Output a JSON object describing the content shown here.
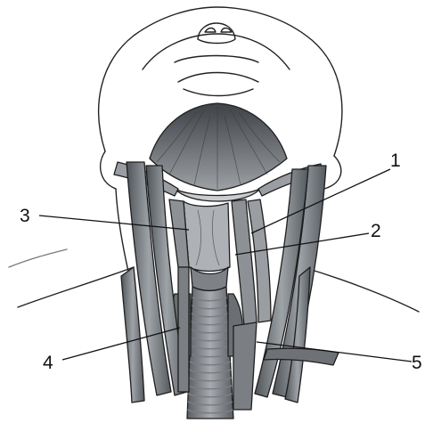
{
  "figure": {
    "callouts": [
      {
        "id": "1",
        "label": "1"
      },
      {
        "id": "2",
        "label": "2"
      },
      {
        "id": "3",
        "label": "3"
      },
      {
        "id": "4",
        "label": "4"
      },
      {
        "id": "5",
        "label": "5"
      }
    ],
    "colors": {
      "background": "#ffffff",
      "outline": "#222222",
      "muscle_dark": "#5f6469",
      "muscle_mid": "#8a8e93",
      "muscle_light": "#b4b8bc",
      "cartilage": "#a9adb1",
      "trachea_ring": "#7a7e83"
    }
  }
}
